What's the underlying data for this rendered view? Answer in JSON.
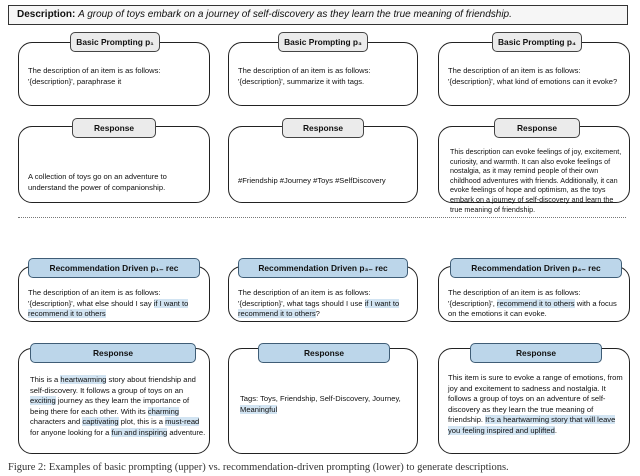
{
  "description": {
    "label": "Description:",
    "text": "A group of toys embark on a journey of self-discovery as they learn the true meaning of friendship."
  },
  "columns": [
    {
      "basic_title": "Basic Prompting p₁",
      "basic_prompt": "The description of an item is as follows: '{description}', paraphrase it",
      "basic_response_title": "Response",
      "basic_response": "A collection of toys go on an adventure to understand the power of companionship.",
      "rec_title": "Recommendation Driven p₁₋ rec",
      "rec_prompt": [
        "The description of an item is as follows: '{description}', what else should I say ",
        "if I want to recommend it to others",
        ""
      ],
      "rec_response_title": "Response",
      "rec_response": [
        "This is a ",
        "heartwarming",
        " story about friendship and self-discovery. It follows a group of toys on an ",
        "exciting",
        " journey as they learn the importance of being there for each other. With its ",
        "charming",
        " characters and ",
        "captivating",
        " plot, this is a ",
        "must-read",
        " for anyone looking for a ",
        "fun and inspiring",
        " adventure."
      ]
    },
    {
      "basic_title": "Basic Prompting p₃",
      "basic_prompt": "The description of an item is as follows: '{description}', summarize it with tags.",
      "basic_response_title": "Response",
      "basic_response": "#Friendship #Journey #Toys #SelfDiscovery",
      "rec_title": "Recommendation Driven p₃₋ rec",
      "rec_prompt": [
        "The description of an item is as follows: '{description}', what tags should I use ",
        "if I want to recommend it to others",
        "?"
      ],
      "rec_response_title": "Response",
      "rec_response": [
        "Tags: Toys, Friendship, Self-Discovery, Journey, ",
        "Meaningful",
        ""
      ]
    },
    {
      "basic_title": "Basic Prompting p₄",
      "basic_prompt": "The description of an item is as follows: '{description}', what kind of emotions can it evoke?",
      "basic_response_title": "Response",
      "basic_response": "This description can evoke feelings of joy, excitement, curiosity, and warmth. It can also evoke feelings of nostalgia, as it may remind people of their own childhood adventures with friends. Additionally, it can evoke feelings of hope and optimism, as the toys embark on a journey of self-discovery and learn the true meaning of friendship.",
      "rec_title": "Recommendation Driven p₄₋ rec",
      "rec_prompt": [
        "The description of an item is as follows: '{description}', ",
        "recommend it to others",
        " with a focus on the emotions it can evoke."
      ],
      "rec_response_title": "Response",
      "rec_response": [
        "This item is sure to evoke a range of emotions, from joy and excitement to sadness and nostalgia. It follows a group of toys on an adventure of self-discovery as they learn the true meaning of friendship. ",
        "It's a heartwarming story that will leave you feeling inspired and uplifted",
        "."
      ]
    }
  ],
  "caption": "Figure 2: Examples of basic prompting (upper) vs. recommendation-driven prompting (lower) to generate descriptions."
}
